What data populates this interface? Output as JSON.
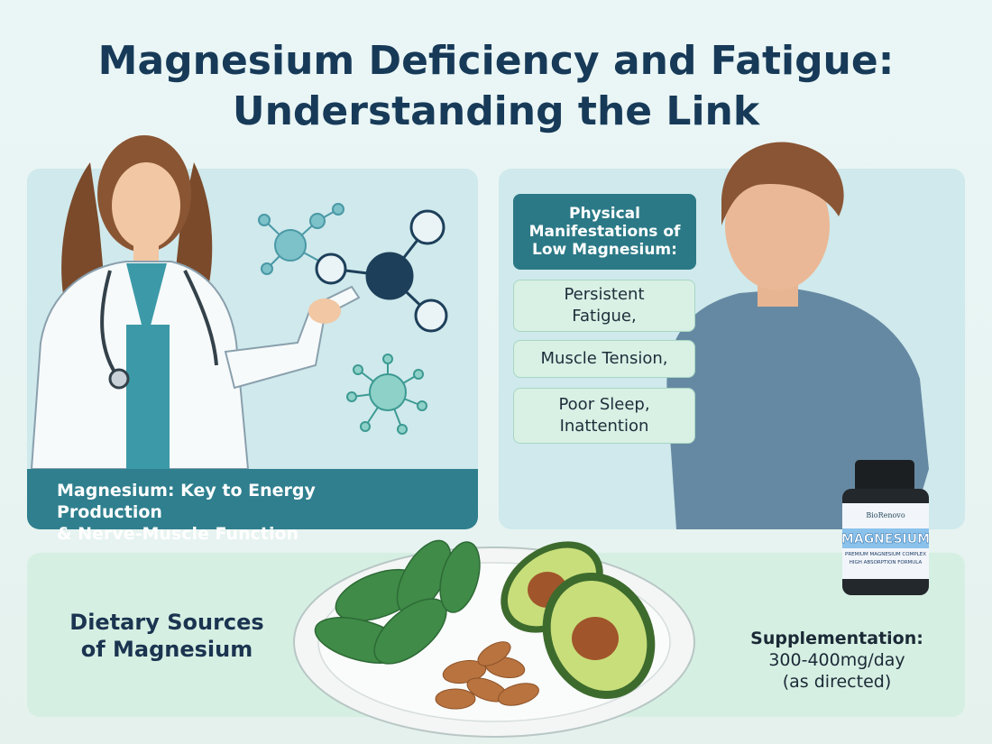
{
  "title": {
    "line1": "Magnesium Deficiency and Fatigue:",
    "line2": "Understanding the Link"
  },
  "left_panel": {
    "banner_line1": "Magnesium: Key to Energy Production",
    "banner_line2": "& Nerve-Muscle Function"
  },
  "right_panel": {
    "header_line1": "Physical",
    "header_line2": "Manifestations of",
    "header_line3": "Low Magnesium:",
    "symptoms": [
      {
        "line1": "Persistent",
        "line2": "Fatigue,"
      },
      {
        "line1": "Muscle Tension,",
        "line2": ""
      },
      {
        "line1": "Poor Sleep,",
        "line2": "Inattention"
      }
    ]
  },
  "bottom_panel": {
    "diet_line1": "Dietary Sources",
    "diet_line2": "of Magnesium",
    "supp_title": "Supplementation:",
    "supp_dose": "300-400mg/day",
    "supp_note": "(as directed)"
  },
  "bottle": {
    "brand": "BioRenovo",
    "name": "MAGNESIUM",
    "sub1": "PREMIUM MAGNESIUM COMPLEX",
    "sub2": "HIGH ABSORPTION FORMULA"
  },
  "colors": {
    "title": "#173a58",
    "panel": "#cfe9ec",
    "banner": "#2f7f8e",
    "symptom_box": "#d9f0e5",
    "bottom_panel": "#d6efe3"
  }
}
